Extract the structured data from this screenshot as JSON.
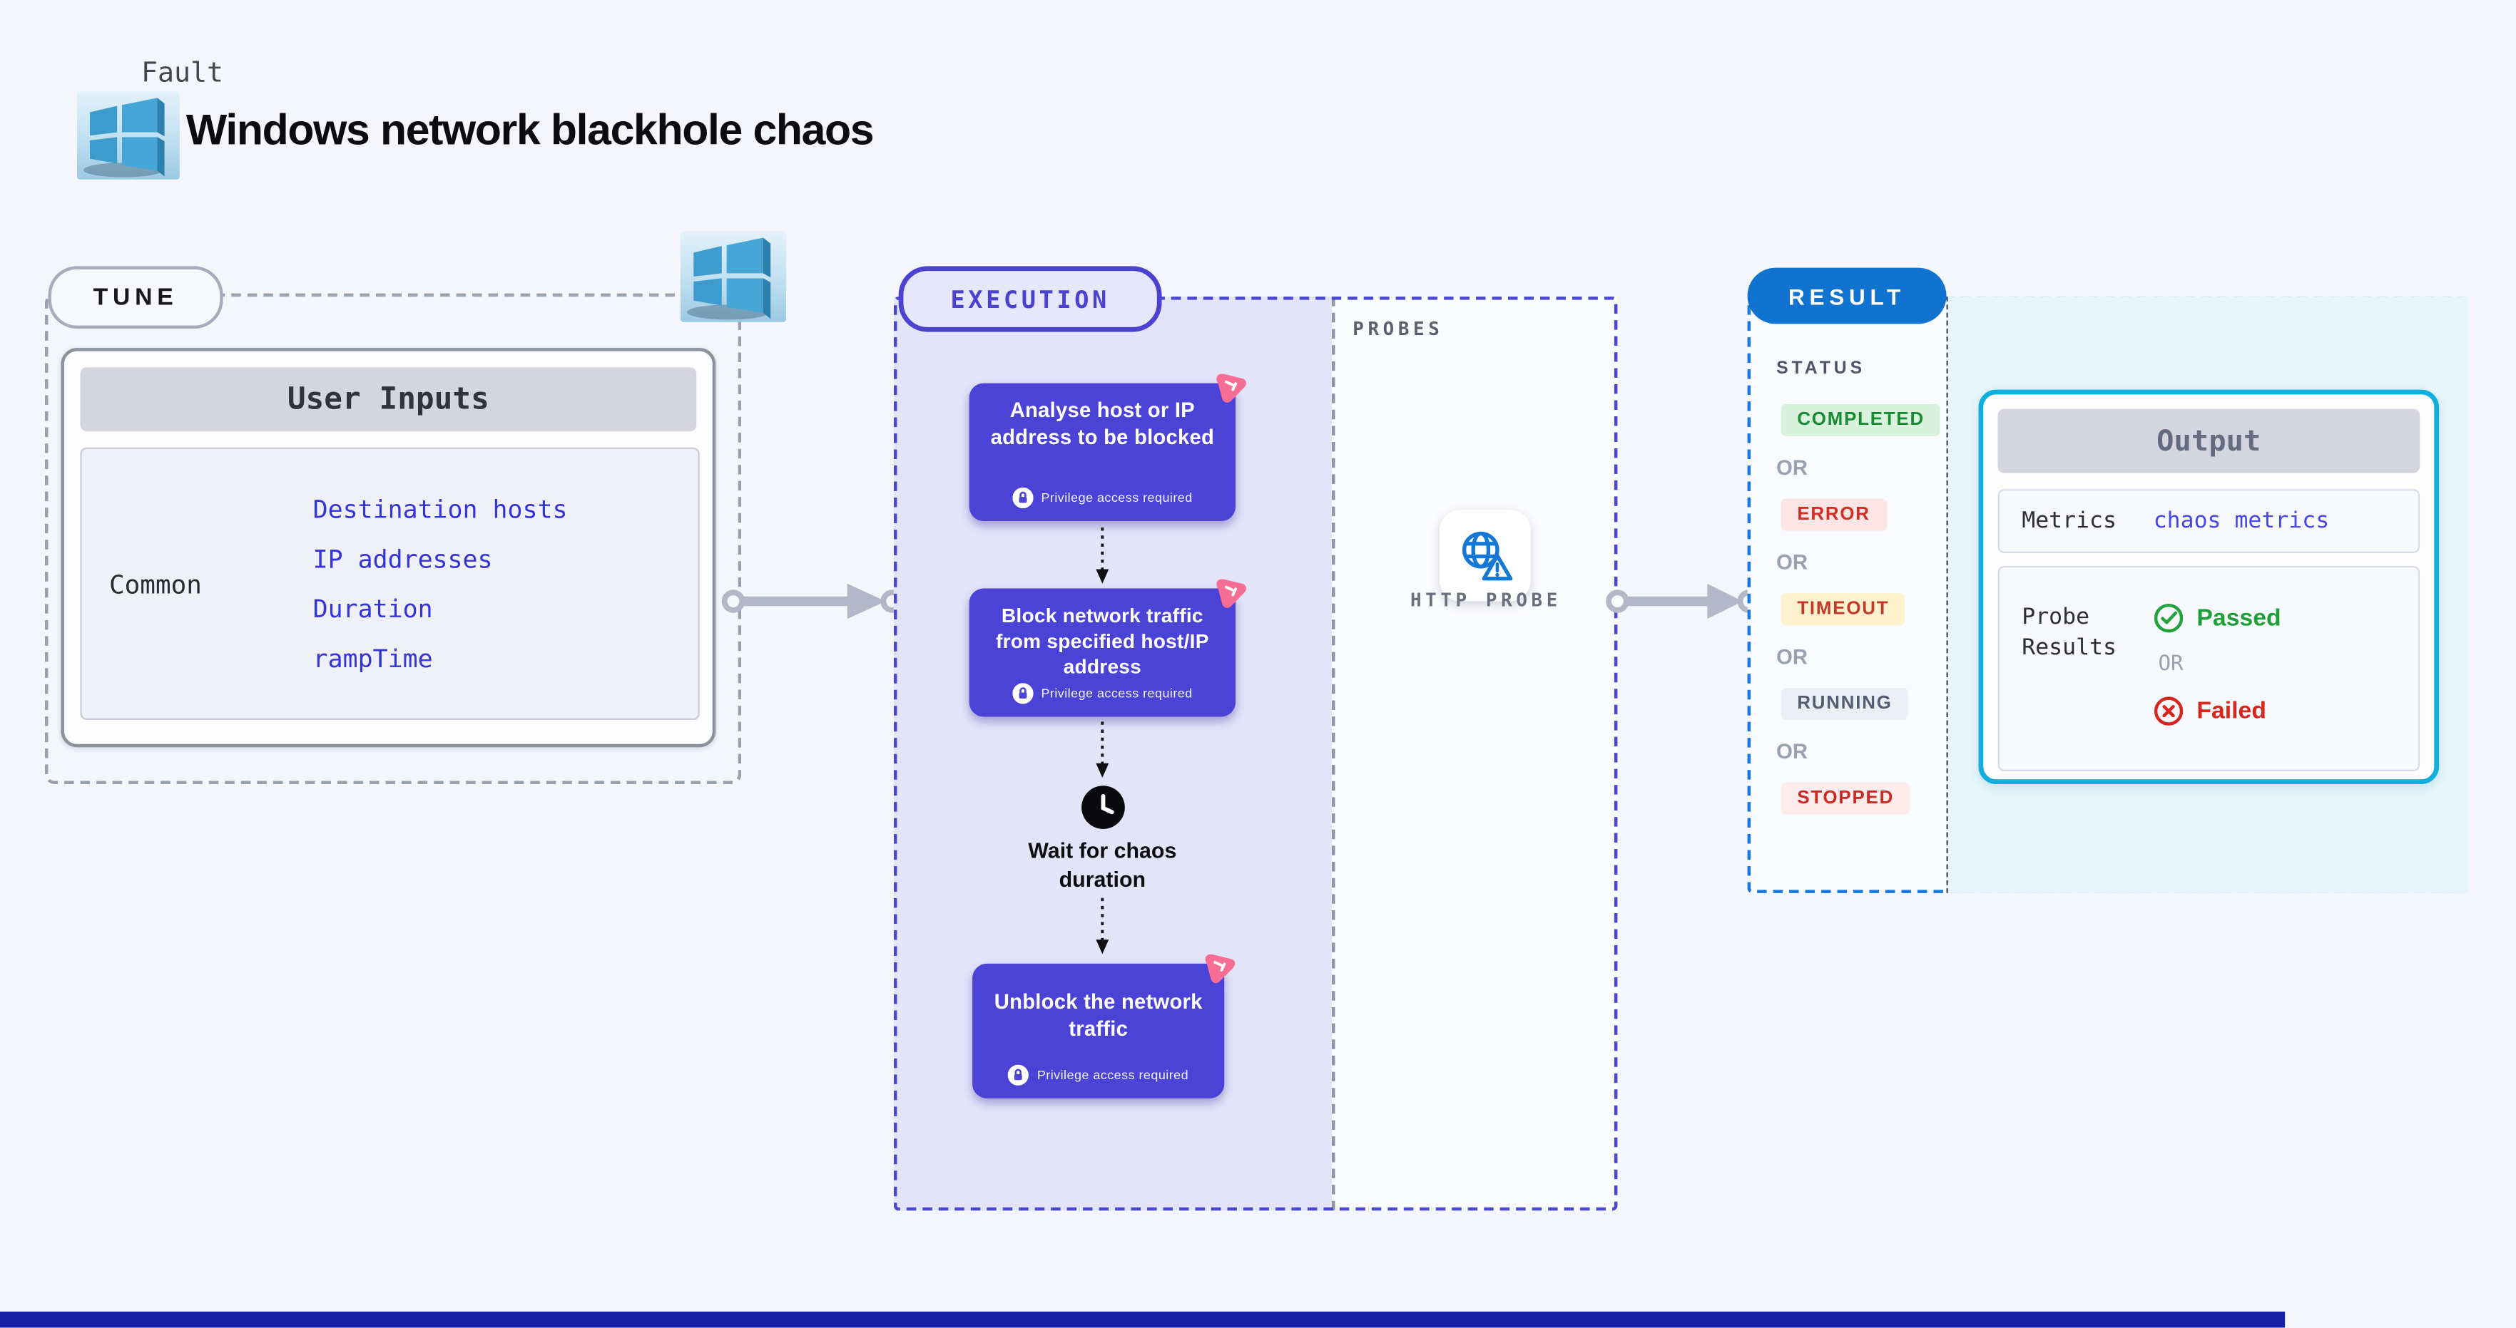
{
  "header": {
    "eyebrow": "Fault",
    "title": "Windows network blackhole chaos"
  },
  "tune": {
    "label": "TUNE",
    "table": {
      "header": "User Inputs",
      "row_label": "Common",
      "links": [
        "Destination hosts",
        "IP addresses",
        "Duration",
        "rampTime"
      ]
    }
  },
  "execution": {
    "label": "EXECUTION",
    "privilege_note": "Privilege access required",
    "steps": [
      {
        "title": "Analyse host or IP address to be blocked"
      },
      {
        "title": "Block network traffic from specified host/IP address"
      },
      {
        "title": "Wait for chaos duration"
      },
      {
        "title": "Unblock the network traffic"
      }
    ]
  },
  "probes": {
    "label": "PROBES",
    "probe_label": "HTTP PROBE"
  },
  "result": {
    "label": "RESULT",
    "status_label": "STATUS",
    "or_label": "OR",
    "statuses": [
      {
        "text": "COMPLETED",
        "bg": "#d9f2dc",
        "fg": "#188a34"
      },
      {
        "text": "ERROR",
        "bg": "#fce5e4",
        "fg": "#d02f26"
      },
      {
        "text": "TIMEOUT",
        "bg": "#fdf2cd",
        "fg": "#c0392b"
      },
      {
        "text": "RUNNING",
        "bg": "#eceef5",
        "fg": "#565d72"
      },
      {
        "text": "STOPPED",
        "bg": "#fdeceb",
        "fg": "#cb2a22"
      }
    ],
    "output": {
      "header": "Output",
      "metrics_label": "Metrics",
      "metrics_value": "chaos metrics",
      "probe_results_label": "Probe Results",
      "passed": "Passed",
      "or_label": "OR",
      "failed": "Failed"
    }
  },
  "colors": {
    "page_bg": "#f4f6fb",
    "execution_fill": "#e4e4f9",
    "execution_border": "#4b48d0",
    "step_card": "#4b43d6",
    "pink_badge": "#f76d93",
    "result_border": "#1878de",
    "result_pill": "#1173d0",
    "output_border": "#12aedd",
    "result_right_fill": "#e7f6fc",
    "link_blue": "#3434d8",
    "probe_icon_blue": "#1478d4",
    "passed_green": "#1e9e38",
    "failed_red": "#d6261d",
    "bottom_bar": "#1822a6"
  }
}
